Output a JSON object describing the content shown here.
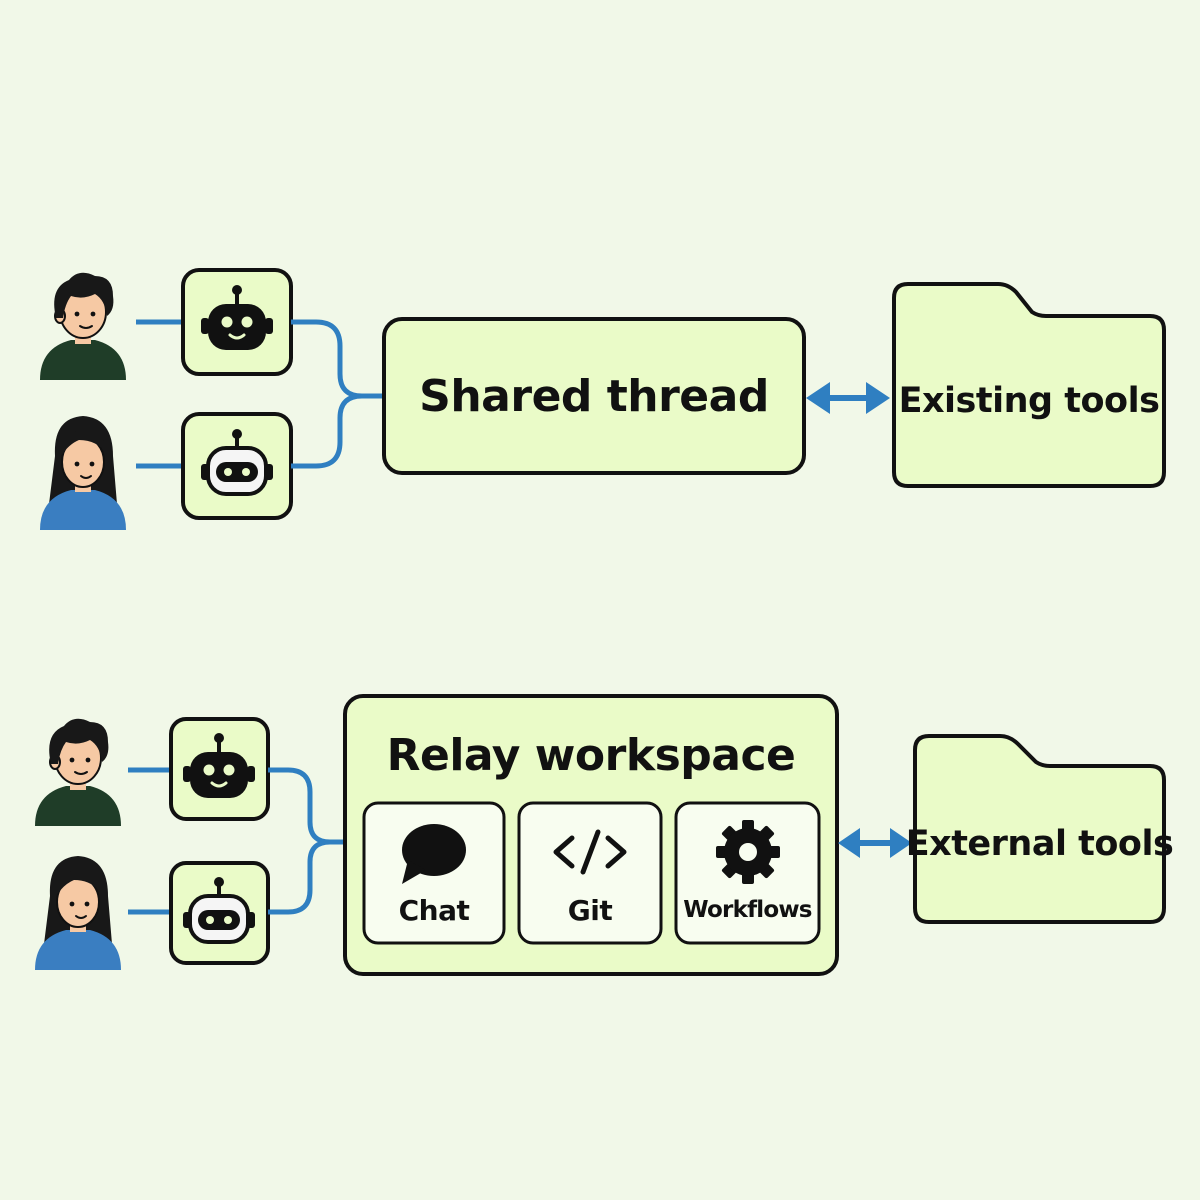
{
  "colors": {
    "background": "#f1f8e8",
    "box_fill": "#eafbc8",
    "card_fill": "#f8fdf0",
    "stroke": "#111111",
    "connector": "#2f7fc1",
    "person_dark_shirt": "#1f3d28",
    "person_blue_shirt": "#3a7ec1",
    "skin": "#f6c9a4",
    "hair": "#181818"
  },
  "top": {
    "hub_label": "Shared thread",
    "tools_label": "Existing tools",
    "participants": [
      {
        "person_icon": "man-avatar-icon",
        "agent_icon": "dark-robot-icon"
      },
      {
        "person_icon": "woman-avatar-icon",
        "agent_icon": "light-robot-icon"
      }
    ]
  },
  "bottom": {
    "workspace_title": "Relay workspace",
    "features": [
      {
        "label": "Chat",
        "icon": "speech-bubble-icon"
      },
      {
        "label": "Git",
        "icon": "code-brackets-icon"
      },
      {
        "label": "Workflows",
        "icon": "gear-icon"
      }
    ],
    "tools_label": "External tools",
    "participants": [
      {
        "person_icon": "man-avatar-icon",
        "agent_icon": "dark-robot-icon"
      },
      {
        "person_icon": "woman-avatar-icon",
        "agent_icon": "light-robot-icon"
      }
    ]
  }
}
